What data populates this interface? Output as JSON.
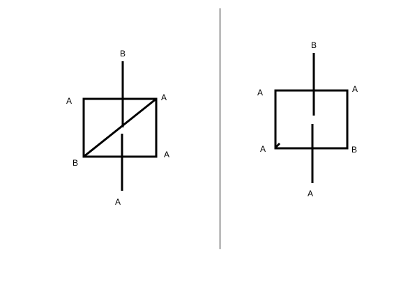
{
  "colors": {
    "background": "#ffffff",
    "ink": "#000000"
  },
  "left_figure": {
    "labels": {
      "top_wire": "B",
      "top_left_corner": "A",
      "top_right_corner": "A",
      "bottom_left_corner": "B",
      "bottom_right_corner": "A",
      "bottom_wire": "A"
    }
  },
  "right_figure": {
    "labels": {
      "top_wire": "B",
      "top_left_corner": "A",
      "top_right_corner": "A",
      "bottom_left_corner": "A",
      "bottom_right_corner": "B",
      "bottom_wire": "A"
    }
  }
}
